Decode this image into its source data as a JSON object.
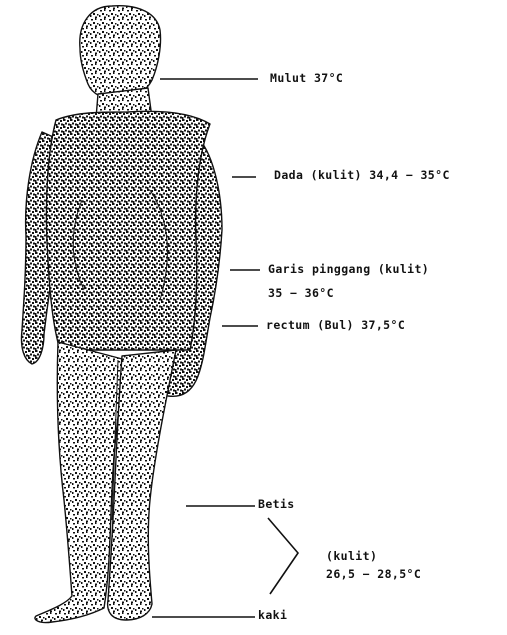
{
  "colors": {
    "ink": "#111111",
    "paper": "#ffffff"
  },
  "figure": {
    "subject": "human-body-outline-icon"
  },
  "labels": {
    "mulut": "Mulut 37°C",
    "dada": "Dada (kulit) 34,4 − 35°C",
    "garis_line1": "Garis pinggang (kulit)",
    "garis_line2": "35 − 36°C",
    "rectum": "rectum (Bul) 37,5°C",
    "betis": "Betis",
    "kulit": "(kulit)",
    "kulit_range": "26,5 − 28,5°C",
    "kaki": "kaki"
  }
}
